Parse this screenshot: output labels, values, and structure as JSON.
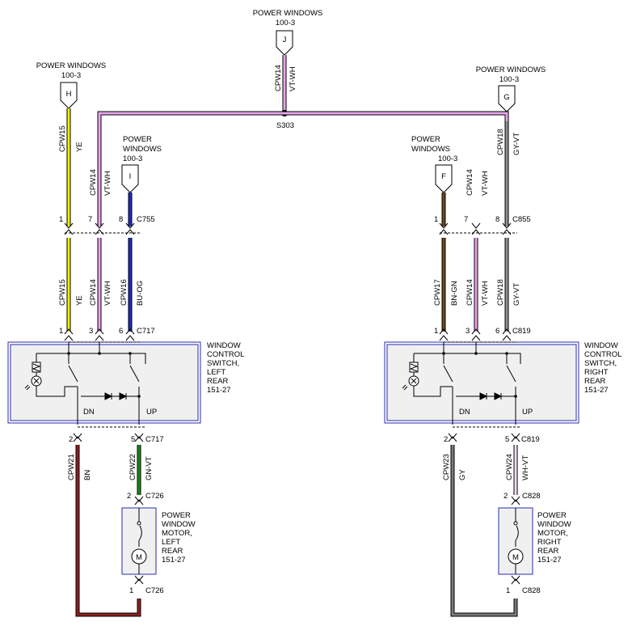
{
  "top_connector": {
    "title": "POWER WINDOWS",
    "ref": "100-3",
    "pin": "J",
    "circuit": "CPW14",
    "color_code": "VT-WH",
    "splice": "S303"
  },
  "left_top_connector": {
    "title": "POWER WINDOWS",
    "ref": "100-3",
    "pin": "H",
    "circuit": "CPW15",
    "color_code": "YE"
  },
  "left_mid_connector": {
    "title_line1": "POWER",
    "title_line2": "WINDOWS",
    "ref": "100-3",
    "pin": "I"
  },
  "right_top_connector": {
    "title": "POWER WINDOWS",
    "ref": "100-3",
    "pin": "G",
    "circuit": "CPW18",
    "color_code": "GY-VT"
  },
  "right_mid_connector": {
    "title_line1": "POWER",
    "title_line2": "WINDOWS",
    "ref": "100-3",
    "pin": "F"
  },
  "left_side": {
    "upper_wires": [
      {
        "circuit": "CPW14",
        "color_code": "VT-WH",
        "pin": "7"
      }
    ],
    "c755": {
      "name": "C755",
      "pin_ye": "1",
      "pin_vt": "7",
      "pin_bu": "8"
    },
    "c717_top": {
      "name": "C717",
      "pin_ye": "1",
      "pin_vt": "3",
      "pin_bu": "6"
    },
    "lower_wires": [
      {
        "circuit": "CPW15",
        "color_code": "YE"
      },
      {
        "circuit": "CPW14",
        "color_code": "VT-WH"
      },
      {
        "circuit": "CPW16",
        "color_code": "BU-OG"
      }
    ],
    "switch": {
      "label_lines": [
        "WINDOW",
        "CONTROL",
        "SWITCH,",
        "LEFT",
        "REAR",
        "151-27"
      ],
      "dn": "DN",
      "up": "UP"
    },
    "c717_bottom": {
      "name": "C717",
      "pin_dn": "2",
      "pin_up": "5"
    },
    "out_wires": [
      {
        "circuit": "CPW21",
        "color_code": "BN"
      },
      {
        "circuit": "CPW22",
        "color_code": "GN-VT"
      }
    ],
    "c726_top": {
      "name": "C726",
      "pin": "2"
    },
    "motor": {
      "label_lines": [
        "POWER",
        "WINDOW",
        "MOTOR,",
        "LEFT",
        "REAR",
        "151-27"
      ],
      "symbol": "M"
    },
    "c726_bottom": {
      "name": "C726",
      "pin": "1"
    }
  },
  "right_side": {
    "c855": {
      "name": "C855",
      "pin_bn": "1",
      "pin_vt": "7",
      "pin_gy": "8"
    },
    "upper_wires": [
      {
        "circuit": "CPW14",
        "color_code": "VT-WH"
      }
    ],
    "c819_top": {
      "name": "C819",
      "pin_bn": "1",
      "pin_vt": "3",
      "pin_gy": "6"
    },
    "lower_wires": [
      {
        "circuit": "CPW17",
        "color_code": "BN-GN"
      },
      {
        "circuit": "CPW14",
        "color_code": "VT-WH"
      },
      {
        "circuit": "CPW18",
        "color_code": "GY-VT"
      }
    ],
    "switch": {
      "label_lines": [
        "WINDOW",
        "CONTROL",
        "SWITCH,",
        "RIGHT",
        "REAR",
        "151-27"
      ],
      "dn": "DN",
      "up": "UP"
    },
    "c819_bottom": {
      "name": "C819",
      "pin_dn": "2",
      "pin_up": "5"
    },
    "out_wires": [
      {
        "circuit": "CPW23",
        "color_code": "GY"
      },
      {
        "circuit": "CPW24",
        "color_code": "WH-VT"
      }
    ],
    "c828_top": {
      "name": "C828",
      "pin": "2"
    },
    "motor": {
      "label_lines": [
        "POWER",
        "WINDOW",
        "MOTOR,",
        "RIGHT",
        "REAR",
        "151-27"
      ],
      "symbol": "M"
    },
    "c828_bottom": {
      "name": "C828",
      "pin": "1"
    }
  },
  "colors": {
    "yellow": "#f2f200",
    "violet_white": "#e9a6ee",
    "blue_orange": "#1f2ec2",
    "brown": "#6b4a22",
    "grey_violet": "#8f8f8f",
    "green": "#1e8a1e",
    "brown_out": "#8f1f1f",
    "grey": "#7a7a7a",
    "white_violet": "#f2dff2",
    "box_border": "#2b2bb0",
    "box_fill": "#f0f0f0"
  }
}
